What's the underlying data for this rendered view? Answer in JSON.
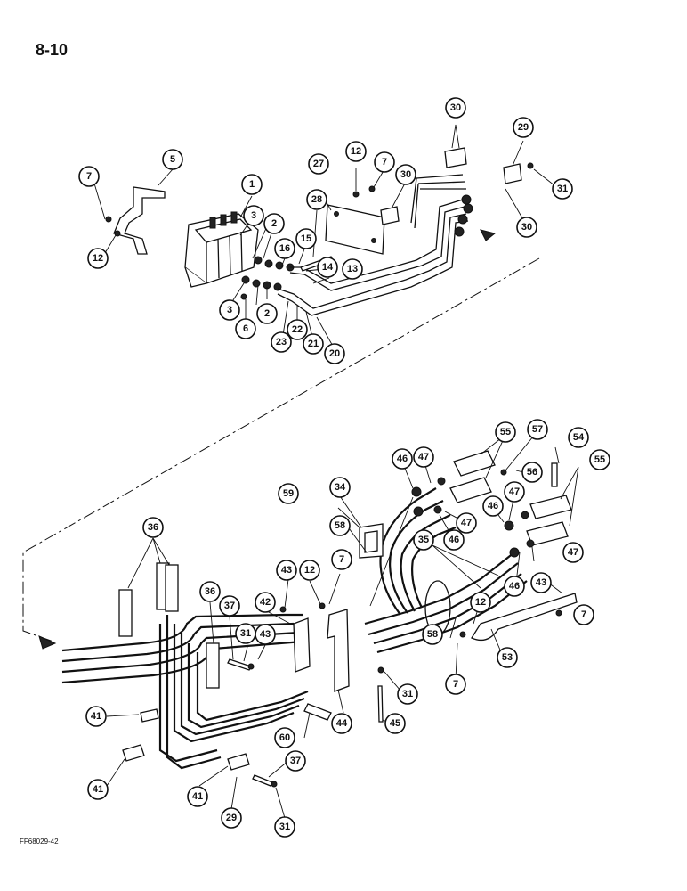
{
  "page": {
    "title": "8-10",
    "figure_code": "FF68029-42"
  },
  "callouts": [
    {
      "label": "1"
    },
    {
      "label": "2"
    },
    {
      "label": "3"
    },
    {
      "label": "5"
    },
    {
      "label": "7"
    },
    {
      "label": "12"
    },
    {
      "label": "2"
    },
    {
      "label": "3"
    },
    {
      "label": "6"
    },
    {
      "label": "16"
    },
    {
      "label": "15"
    },
    {
      "label": "14"
    },
    {
      "label": "13"
    },
    {
      "label": "23"
    },
    {
      "label": "22"
    },
    {
      "label": "21"
    },
    {
      "label": "20"
    },
    {
      "label": "27"
    },
    {
      "label": "28"
    },
    {
      "label": "12"
    },
    {
      "label": "7"
    },
    {
      "label": "30"
    },
    {
      "label": "30"
    },
    {
      "label": "29"
    },
    {
      "label": "31"
    },
    {
      "label": "30"
    },
    {
      "label": "36"
    },
    {
      "label": "36"
    },
    {
      "label": "37"
    },
    {
      "label": "31"
    },
    {
      "label": "43"
    },
    {
      "label": "42"
    },
    {
      "label": "43"
    },
    {
      "label": "12"
    },
    {
      "label": "7"
    },
    {
      "label": "59"
    },
    {
      "label": "34"
    },
    {
      "label": "58"
    },
    {
      "label": "46"
    },
    {
      "label": "47"
    },
    {
      "label": "55"
    },
    {
      "label": "57"
    },
    {
      "label": "56"
    },
    {
      "label": "54"
    },
    {
      "label": "55"
    },
    {
      "label": "47"
    },
    {
      "label": "46"
    },
    {
      "label": "47"
    },
    {
      "label": "46"
    },
    {
      "label": "35"
    },
    {
      "label": "47"
    },
    {
      "label": "46"
    },
    {
      "label": "43"
    },
    {
      "label": "12"
    },
    {
      "label": "7"
    },
    {
      "label": "58"
    },
    {
      "label": "7"
    },
    {
      "label": "53"
    },
    {
      "label": "31"
    },
    {
      "label": "44"
    },
    {
      "label": "45"
    },
    {
      "label": "60"
    },
    {
      "label": "41"
    },
    {
      "label": "41"
    },
    {
      "label": "41"
    },
    {
      "label": "37"
    },
    {
      "label": "29"
    },
    {
      "label": "31"
    }
  ]
}
